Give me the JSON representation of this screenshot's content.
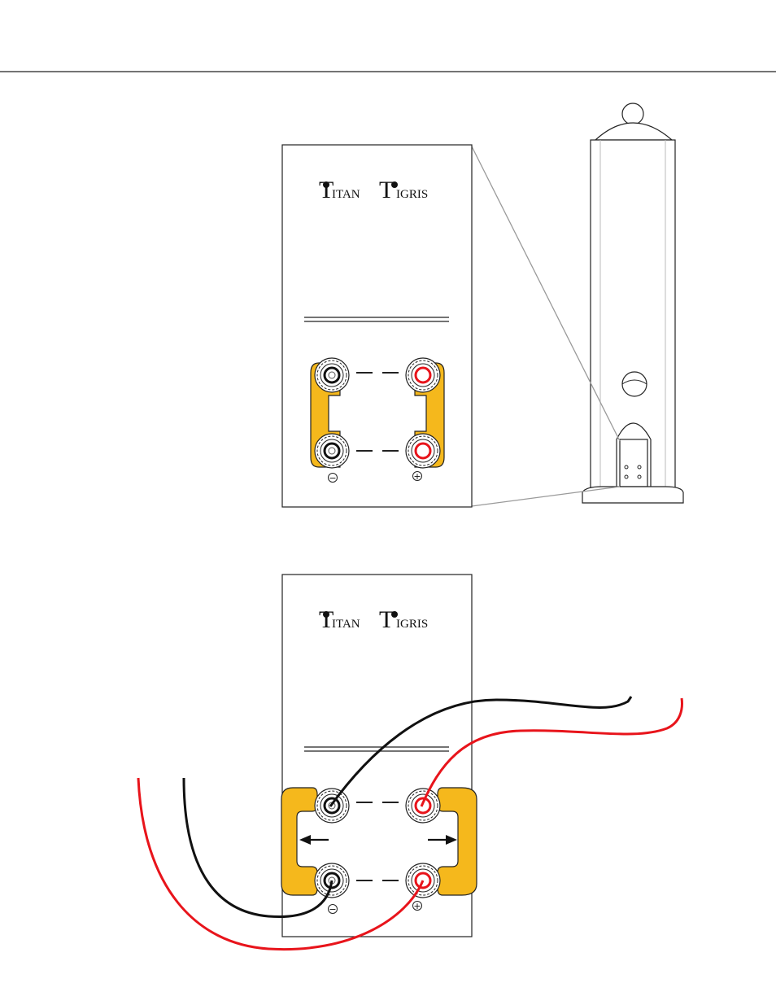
{
  "header_rule": true,
  "brand": {
    "big_letter_1": "T",
    "small_1": "ITAN",
    "big_letter_2": "T",
    "small_2": "IGRIS"
  },
  "terminals": {
    "negative_symbol": "−",
    "positive_symbol": "+"
  },
  "colors": {
    "strap": "#F5B81C",
    "positive": "#E8141B",
    "negative": "#111111",
    "lead_line": "#9a9a9a"
  },
  "panels": [
    {
      "id": "bi-wire-strapped",
      "straps": "connected",
      "wires": "none"
    },
    {
      "id": "bi-wire-separated",
      "straps": "removed",
      "wires": "bi-wire"
    }
  ]
}
